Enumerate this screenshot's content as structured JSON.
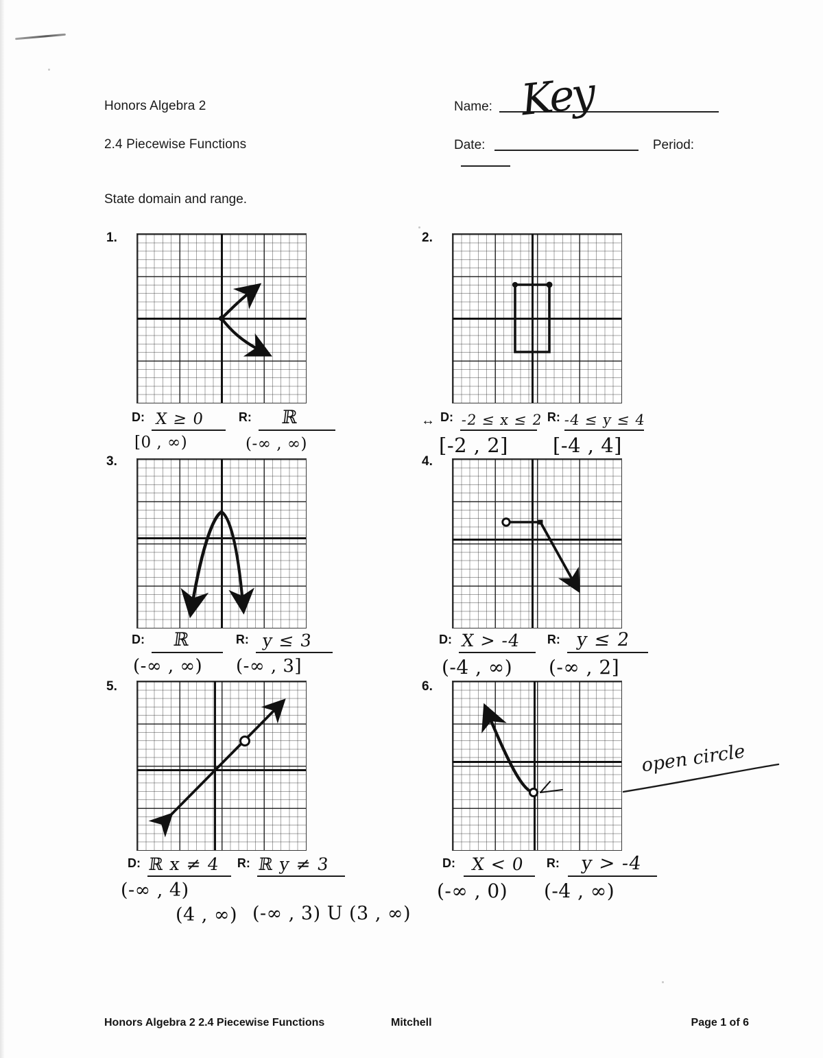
{
  "header": {
    "course": "Honors Algebra 2",
    "lesson": "2.4 Piecewise Functions",
    "name_label": "Name:",
    "name_value": "Key",
    "date_label": "Date:",
    "date_value": "",
    "period_label": "Period:",
    "period_value": ""
  },
  "instruction": "State domain and range.",
  "labels": {
    "domain_tag": "D:",
    "range_tag": "R:"
  },
  "problems": [
    {
      "number": "1.",
      "domain_written": "X ≥ 0",
      "domain_interval": "[0 , ∞)",
      "range_written": "ℝ",
      "range_interval": "(-∞ , ∞)",
      "prefix_symbol": "",
      "annotation": ""
    },
    {
      "number": "2.",
      "domain_written": "-2 ≤ x ≤ 2",
      "domain_interval": "[-2 , 2]",
      "range_written": "-4 ≤ y ≤ 4",
      "range_interval": "[-4 , 4]",
      "prefix_symbol": "↔",
      "annotation": ""
    },
    {
      "number": "3.",
      "domain_written": "ℝ",
      "domain_interval": "(-∞ , ∞)",
      "range_written": "y ≤ 3",
      "range_interval": "(-∞ , 3]",
      "prefix_symbol": "",
      "annotation": ""
    },
    {
      "number": "4.",
      "domain_written": "X > -4",
      "domain_interval": "(-4 , ∞)",
      "range_written": "y ≤ 2",
      "range_interval": "(-∞ , 2]",
      "prefix_symbol": "",
      "annotation": ""
    },
    {
      "number": "5.",
      "domain_written": "ℝ  x ≠ 4",
      "domain_interval": "(-∞ , 4)",
      "domain_interval2": "(4 , ∞)",
      "range_written": "ℝ  y ≠ 3",
      "range_interval": "(-∞ , 3) U (3 , ∞)",
      "prefix_symbol": "",
      "annotation": ""
    },
    {
      "number": "6.",
      "domain_written": "X < 0",
      "domain_interval": "(-∞ , 0)",
      "range_written": "y > -4",
      "range_interval": "(-4 , ∞)",
      "prefix_symbol": "",
      "annotation": "open circle"
    }
  ],
  "chart_data": [
    {
      "type": "line",
      "title": "Problem 1",
      "description": "Sideways parabola opening right with vertex at the origin; two branches with arrowheads",
      "xlim": [
        -10,
        10
      ],
      "ylim": [
        -10,
        10
      ],
      "grid": true,
      "series": [
        {
          "name": "upper branch",
          "points": [
            [
              0,
              0
            ],
            [
              1,
              2
            ],
            [
              2.5,
              3.5
            ],
            [
              4.5,
              5
            ]
          ]
        },
        {
          "name": "lower branch",
          "points": [
            [
              0,
              0
            ],
            [
              1.5,
              -1.5
            ],
            [
              3.5,
              -3
            ],
            [
              5,
              -3.8
            ]
          ]
        }
      ],
      "closed_points": [
        [
          0,
          0
        ]
      ],
      "open_points": []
    },
    {
      "type": "line",
      "title": "Problem 2",
      "description": "Vertical rectangle path from x=-2 to x=2 between y=-4 and y=4 with filled endpoints on top corners",
      "xlim": [
        -10,
        10
      ],
      "ylim": [
        -10,
        10
      ],
      "grid": true,
      "series": [
        {
          "name": "rectangle",
          "points": [
            [
              -2,
              4
            ],
            [
              2,
              4
            ],
            [
              2,
              -4
            ],
            [
              -2,
              -4
            ],
            [
              -2,
              4
            ]
          ]
        }
      ],
      "closed_points": [
        [
          -2,
          4
        ],
        [
          2,
          4
        ]
      ],
      "open_points": []
    },
    {
      "type": "line",
      "title": "Problem 3",
      "description": "Downward parabola with vertex at (0, 3), both branches ending in arrowheads",
      "xlim": [
        -10,
        10
      ],
      "ylim": [
        -10,
        10
      ],
      "grid": true,
      "series": [
        {
          "name": "parabola",
          "points": [
            [
              -3,
              -8
            ],
            [
              -2.4,
              -4
            ],
            [
              -1.6,
              0
            ],
            [
              -0.8,
              2.2
            ],
            [
              0,
              3
            ],
            [
              0.8,
              2.2
            ],
            [
              1.6,
              0
            ],
            [
              2.4,
              -4
            ],
            [
              3,
              -8
            ]
          ]
        }
      ],
      "closed_points": [],
      "open_points": []
    },
    {
      "type": "line",
      "title": "Problem 4",
      "description": "Horizontal segment from open circle at (-4, 2) to closed point at (0, 2), then a ray descending to the lower right with an arrowhead",
      "xlim": [
        -10,
        10
      ],
      "ylim": [
        -10,
        10
      ],
      "grid": true,
      "series": [
        {
          "name": "constant piece",
          "points": [
            [
              -4,
              2
            ],
            [
              0,
              2
            ]
          ]
        },
        {
          "name": "decreasing ray",
          "points": [
            [
              0,
              2
            ],
            [
              5,
              -5
            ]
          ]
        }
      ],
      "closed_points": [
        [
          0,
          2
        ]
      ],
      "open_points": [
        [
          -4,
          2
        ]
      ]
    },
    {
      "type": "line",
      "title": "Problem 5",
      "description": "Increasing line through the origin with a hole (open circle) at (4, 3); arrowheads at both ends",
      "xlim": [
        -10,
        10
      ],
      "ylim": [
        -10,
        10
      ],
      "grid": true,
      "series": [
        {
          "name": "line",
          "points": [
            [
              -7,
              -7
            ],
            [
              8,
              8
            ]
          ]
        }
      ],
      "closed_points": [],
      "open_points": [
        [
          4,
          3
        ]
      ]
    },
    {
      "type": "line",
      "title": "Problem 6",
      "description": "Curve rising steeply to the upper left with an arrowhead, ending at an open circle at (0, -4)",
      "xlim": [
        -10,
        10
      ],
      "ylim": [
        -10,
        10
      ],
      "grid": true,
      "series": [
        {
          "name": "curve",
          "points": [
            [
              0,
              -4
            ],
            [
              -1.2,
              -3.6
            ],
            [
              -2.4,
              -1.6
            ],
            [
              -3.4,
              1.6
            ],
            [
              -4.2,
              5
            ]
          ]
        }
      ],
      "closed_points": [],
      "open_points": [
        [
          0,
          -4
        ]
      ]
    }
  ],
  "footer": {
    "left": "Honors Algebra 2  2.4 Piecewise Functions",
    "middle": "Mitchell",
    "right": "Page 1 of 6"
  }
}
